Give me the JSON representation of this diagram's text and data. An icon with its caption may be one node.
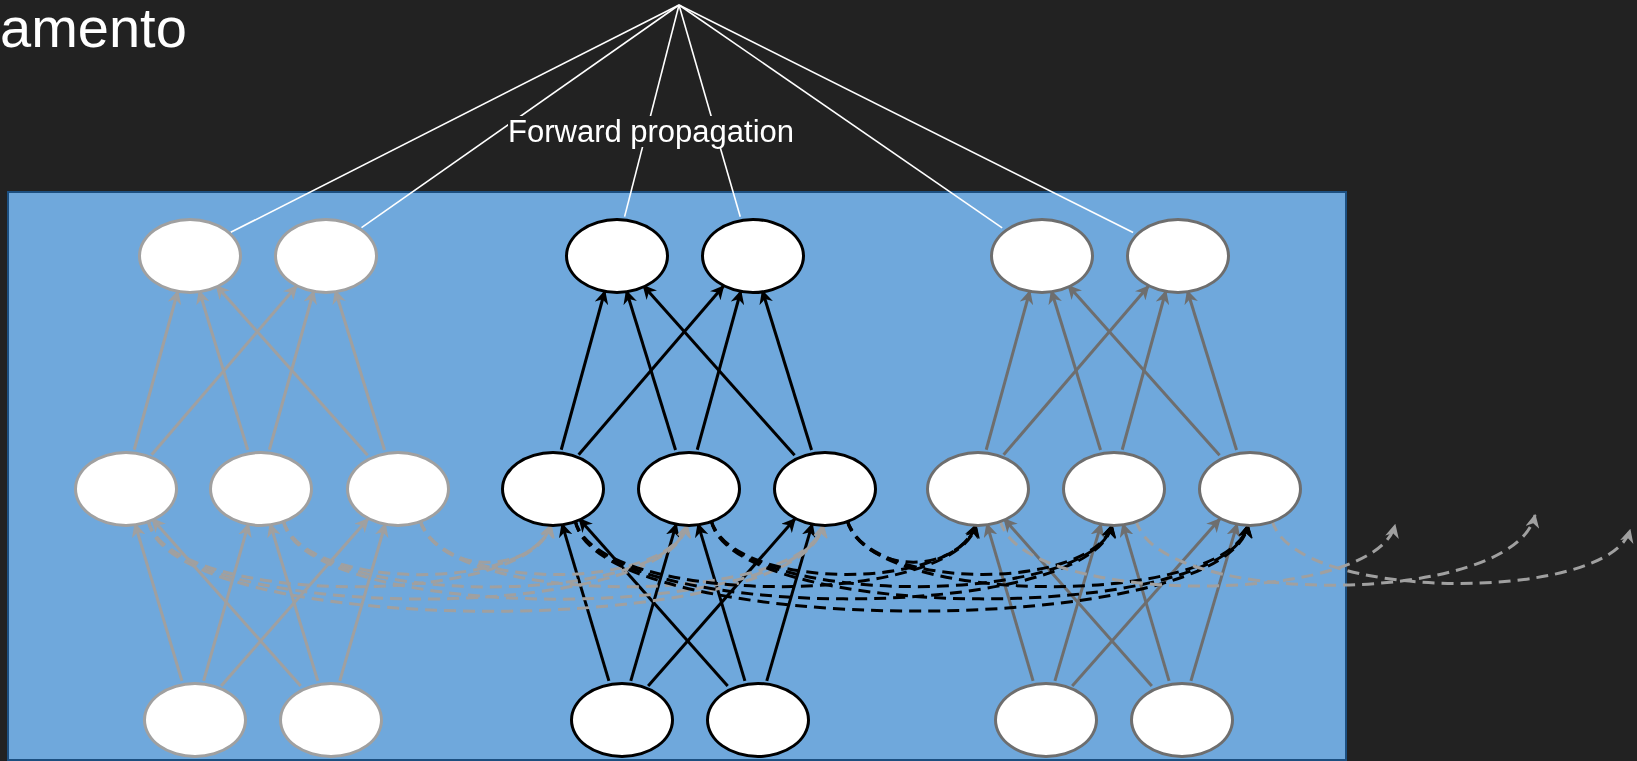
{
  "diagram": {
    "nodes": [
      {
        "text": [],
        "shape": "box"
      },
      {
        "text": [],
        "shape": "circle",
        "in": 0
      },
      {
        "text": [],
        "shape": "circle",
        "in": 0
      },
      {
        "text": [],
        "shape": "circle",
        "in": 0
      },
      {
        "text": [],
        "shape": "circle",
        "in": 0
      },
      {
        "text": [],
        "shape": "circle",
        "in": 0
      },
      {
        "text": [],
        "shape": "circle",
        "in": 0
      },
      {
        "text": [],
        "shape": "circle",
        "in": 0
      },
      {
        "text": [],
        "shape": "circle",
        "in": 0
      },
      {
        "text": [],
        "shape": "circle",
        "in": 0
      },
      {
        "text": [],
        "shape": "circle",
        "in": 0
      },
      {
        "text": [],
        "shape": "circle",
        "in": 0
      },
      {
        "text": [],
        "shape": "circle",
        "in": 0
      },
      {
        "text": [],
        "shape": "circle",
        "in": 0
      },
      {
        "text": [],
        "shape": "circle",
        "in": 0
      },
      {
        "text": [],
        "shape": "circle",
        "in": 0
      },
      {
        "text": [],
        "shape": "circle",
        "in": 0
      },
      {
        "text": [],
        "shape": "circle",
        "in": 0
      },
      {
        "text": [],
        "shape": "circle",
        "in": 0
      },
      {
        "text": [],
        "shape": "circle",
        "in": 0
      },
      {
        "text": [],
        "shape": "circle",
        "in": 0
      },
      {
        "text": [],
        "shape": "circle",
        "in": 0
      }
    ],
    "edges": [
      {
        "from": null,
        "to": 1,
        "arrow": "none",
        "color": "#ffffff"
      },
      {
        "from": null,
        "to": 2,
        "arrow": "none",
        "color": "#ffffff"
      },
      {
        "from": null,
        "to": 3,
        "arrow": "none",
        "color": "#ffffff"
      },
      {
        "from": null,
        "to": 4,
        "arrow": "none",
        "color": "#ffffff"
      },
      {
        "from": null,
        "to": 5,
        "arrow": "none",
        "color": "#ffffff"
      },
      {
        "from": null,
        "to": 6,
        "arrow": "none",
        "color": "#ffffff"
      },
      {
        "from": 16,
        "to": 7,
        "arrow": "to",
        "color": "#a0a0a0"
      },
      {
        "from": 16,
        "to": 8,
        "arrow": "to",
        "color": "#a0a0a0"
      },
      {
        "from": 16,
        "to": 9,
        "arrow": "to",
        "color": "#a0a0a0"
      },
      {
        "from": 17,
        "to": 7,
        "arrow": "to",
        "color": "#a0a0a0"
      },
      {
        "from": 17,
        "to": 8,
        "arrow": "to",
        "color": "#a0a0a0"
      },
      {
        "from": 17,
        "to": 9,
        "arrow": "to",
        "color": "#a0a0a0"
      },
      {
        "from": 7,
        "to": 1,
        "arrow": "to",
        "color": "#a0a0a0"
      },
      {
        "from": 7,
        "to": 2,
        "arrow": "to",
        "color": "#a0a0a0"
      },
      {
        "from": 8,
        "to": 1,
        "arrow": "to",
        "color": "#a0a0a0"
      },
      {
        "from": 8,
        "to": 2,
        "arrow": "to",
        "color": "#a0a0a0"
      },
      {
        "from": 9,
        "to": 1,
        "arrow": "to",
        "color": "#a0a0a0"
      },
      {
        "from": 9,
        "to": 2,
        "arrow": "to",
        "color": "#a0a0a0"
      },
      {
        "from": 18,
        "to": 10,
        "arrow": "to",
        "color": "#000000"
      },
      {
        "from": 18,
        "to": 11,
        "arrow": "to",
        "color": "#000000"
      },
      {
        "from": 18,
        "to": 12,
        "arrow": "to",
        "color": "#000000"
      },
      {
        "from": 19,
        "to": 10,
        "arrow": "to",
        "color": "#000000"
      },
      {
        "from": 19,
        "to": 11,
        "arrow": "to",
        "color": "#000000"
      },
      {
        "from": 19,
        "to": 12,
        "arrow": "to",
        "color": "#000000"
      },
      {
        "from": 10,
        "to": 3,
        "arrow": "to",
        "color": "#000000"
      },
      {
        "from": 10,
        "to": 4,
        "arrow": "to",
        "color": "#000000"
      },
      {
        "from": 11,
        "to": 3,
        "arrow": "to",
        "color": "#000000"
      },
      {
        "from": 11,
        "to": 4,
        "arrow": "to",
        "color": "#000000"
      },
      {
        "from": 12,
        "to": 3,
        "arrow": "to",
        "color": "#000000"
      },
      {
        "from": 12,
        "to": 4,
        "arrow": "to",
        "color": "#000000"
      },
      {
        "from": 20,
        "to": 13,
        "arrow": "to",
        "color": "#6e6e6e"
      },
      {
        "from": 20,
        "to": 14,
        "arrow": "to",
        "color": "#6e6e6e"
      },
      {
        "from": 20,
        "to": 15,
        "arrow": "to",
        "color": "#6e6e6e"
      },
      {
        "from": 21,
        "to": 13,
        "arrow": "to",
        "color": "#6e6e6e"
      },
      {
        "from": 21,
        "to": 14,
        "arrow": "to",
        "color": "#6e6e6e"
      },
      {
        "from": 21,
        "to": 15,
        "arrow": "to",
        "color": "#6e6e6e"
      },
      {
        "from": 13,
        "to": 5,
        "arrow": "to",
        "color": "#6e6e6e"
      },
      {
        "from": 13,
        "to": 6,
        "arrow": "to",
        "color": "#6e6e6e"
      },
      {
        "from": 14,
        "to": 5,
        "arrow": "to",
        "color": "#6e6e6e"
      },
      {
        "from": 14,
        "to": 6,
        "arrow": "to",
        "color": "#6e6e6e"
      },
      {
        "from": 15,
        "to": 5,
        "arrow": "to",
        "color": "#6e6e6e"
      },
      {
        "from": 15,
        "to": 6,
        "arrow": "to",
        "color": "#6e6e6e"
      },
      {
        "from": 7,
        "to": 10,
        "arrow": "to",
        "style": "dashed",
        "color": "#a0a0a0"
      },
      {
        "from": 7,
        "to": 11,
        "arrow": "to",
        "style": "dashed",
        "color": "#a0a0a0"
      },
      {
        "from": 7,
        "to": 12,
        "arrow": "to",
        "style": "dashed",
        "color": "#a0a0a0"
      },
      {
        "from": 8,
        "to": 10,
        "arrow": "to",
        "style": "dashed",
        "color": "#a0a0a0"
      },
      {
        "from": 8,
        "to": 11,
        "arrow": "to",
        "style": "dashed",
        "color": "#a0a0a0"
      },
      {
        "from": 8,
        "to": 12,
        "arrow": "to",
        "style": "dashed",
        "color": "#a0a0a0"
      },
      {
        "from": 9,
        "to": 10,
        "arrow": "to",
        "style": "dashed",
        "color": "#a0a0a0"
      },
      {
        "from": 9,
        "to": 11,
        "arrow": "to",
        "style": "dashed",
        "color": "#a0a0a0"
      },
      {
        "from": 9,
        "to": 12,
        "arrow": "to",
        "style": "dashed",
        "color": "#a0a0a0"
      },
      {
        "from": 10,
        "to": 13,
        "arrow": "to",
        "style": "dashed",
        "color": "#000000"
      },
      {
        "from": 10,
        "to": 14,
        "arrow": "to",
        "style": "dashed",
        "color": "#000000"
      },
      {
        "from": 10,
        "to": 15,
        "arrow": "to",
        "style": "dashed",
        "color": "#000000"
      },
      {
        "from": 11,
        "to": 13,
        "arrow": "to",
        "style": "dashed",
        "color": "#000000"
      },
      {
        "from": 11,
        "to": 14,
        "arrow": "to",
        "style": "dashed",
        "color": "#000000"
      },
      {
        "from": 11,
        "to": 15,
        "arrow": "to",
        "style": "dashed",
        "color": "#000000"
      },
      {
        "from": 12,
        "to": 13,
        "arrow": "to",
        "style": "dashed",
        "color": "#000000"
      },
      {
        "from": 12,
        "to": 14,
        "arrow": "to",
        "style": "dashed",
        "color": "#000000"
      },
      {
        "from": 12,
        "to": 15,
        "arrow": "to",
        "style": "dashed",
        "color": "#000000"
      },
      {
        "from": 13,
        "to": null,
        "arrow": "to",
        "style": "dashed",
        "color": "#a0a0a0"
      },
      {
        "from": 14,
        "to": null,
        "arrow": "to",
        "style": "dashed",
        "color": "#a0a0a0"
      },
      {
        "from": 15,
        "to": null,
        "arrow": "to",
        "style": "dashed",
        "color": "#a0a0a0"
      }
    ],
    "labels": [
      "amento",
      "Forward propagation"
    ]
  }
}
